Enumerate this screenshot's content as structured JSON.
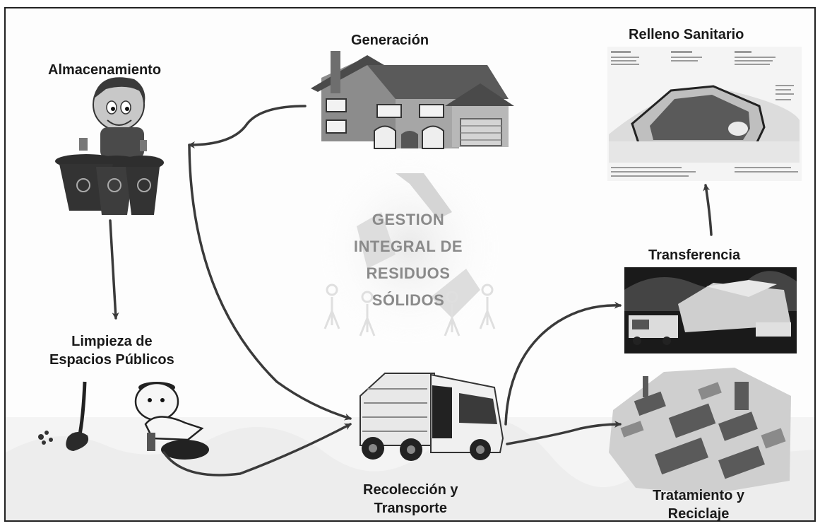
{
  "labels": {
    "generacion": "Generación",
    "almacenamiento": "Almacenamiento",
    "relleno": "Relleno Sanitario",
    "transferencia": "Transferencia",
    "limpieza_1": "Limpieza de",
    "limpieza_2": "Espacios Públicos",
    "recoleccion_1": "Recolección y",
    "recoleccion_2": "Transporte",
    "tratamiento_1": "Tratamiento y",
    "tratamiento_2": "Reciclaje"
  },
  "center": {
    "line1": "GESTION",
    "line2": "INTEGRAL DE",
    "line3": "RESIDUOS",
    "line4": "SÓLIDOS"
  },
  "colors": {
    "arrow": "#3a3a3a",
    "text": "#1a1a1a",
    "watermark": "#8a8a8a"
  }
}
